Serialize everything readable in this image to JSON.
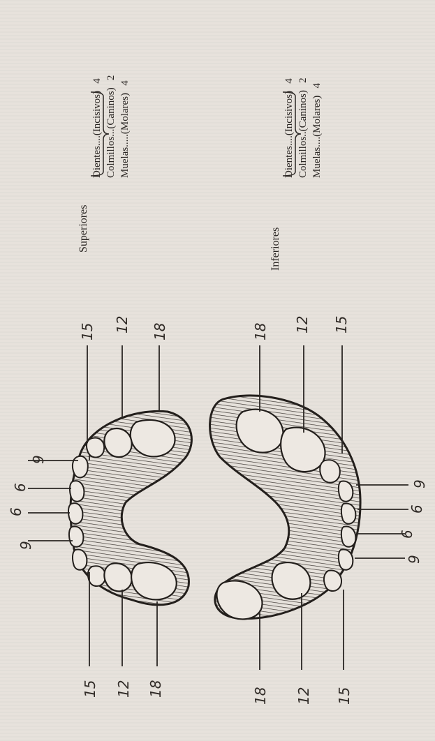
{
  "superiores": {
    "title": "Superiores",
    "rows": [
      {
        "name": "Dientes....(Incisivos)",
        "count": "4"
      },
      {
        "name": "Colmillos...(Caninos)",
        "count": "2"
      },
      {
        "name": "Muelas.....(Molares)",
        "count": "4"
      }
    ]
  },
  "inferiores": {
    "title": "Inferiores",
    "rows": [
      {
        "name": "Dientes....(Incisivos)",
        "count": "4"
      },
      {
        "name": "Colmillos..(Caninos)",
        "count": "2"
      },
      {
        "name": "Muelas....(Molares)",
        "count": "4"
      }
    ]
  },
  "upper_arch_labels": {
    "top_15": "15",
    "top_12": "12",
    "top_18": "18",
    "t9a": "9",
    "t6a": "6",
    "t6b": "6",
    "t9b": "9",
    "bottom_15": "15",
    "bottom_12": "12",
    "bottom_18": "18"
  },
  "lower_arch_labels": {
    "top_18": "18",
    "top_12": "12",
    "top_15": "15",
    "t9a": "9",
    "t6a": "6",
    "t6b": "6",
    "t9b": "9",
    "bottom_18": "18",
    "bottom_12": "12",
    "bottom_15": "15"
  }
}
